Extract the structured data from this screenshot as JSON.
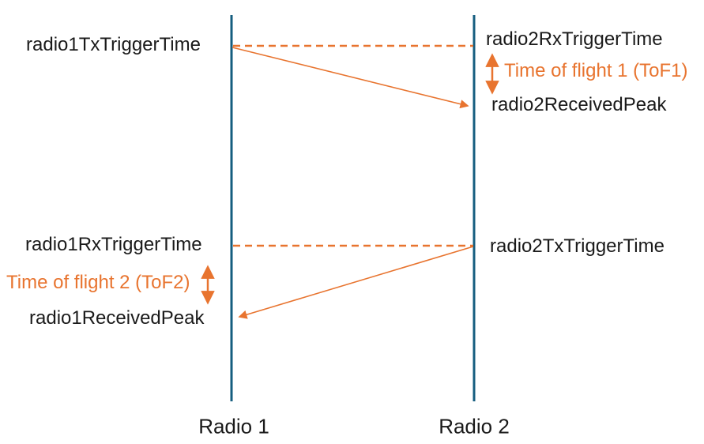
{
  "colors": {
    "timeline_blue": "#155e7f",
    "accent_orange": "#e8742f",
    "label_black": "#1a1a1a"
  },
  "timelines": [
    {
      "label": "Radio 1"
    },
    {
      "label": "Radio 2"
    }
  ],
  "events": {
    "radio1_tx_trigger": "radio1TxTriggerTime",
    "radio2_rx_trigger": "radio2RxTriggerTime",
    "radio2_received_peak": "radio2ReceivedPeak",
    "radio1_rx_trigger": "radio1RxTriggerTime",
    "radio2_tx_trigger": "radio2TxTriggerTime",
    "radio1_received_peak": "radio1ReceivedPeak"
  },
  "annotations": {
    "tof1": "Time of flight 1 (ToF1)",
    "tof2": "Time of flight 2 (ToF2)"
  }
}
